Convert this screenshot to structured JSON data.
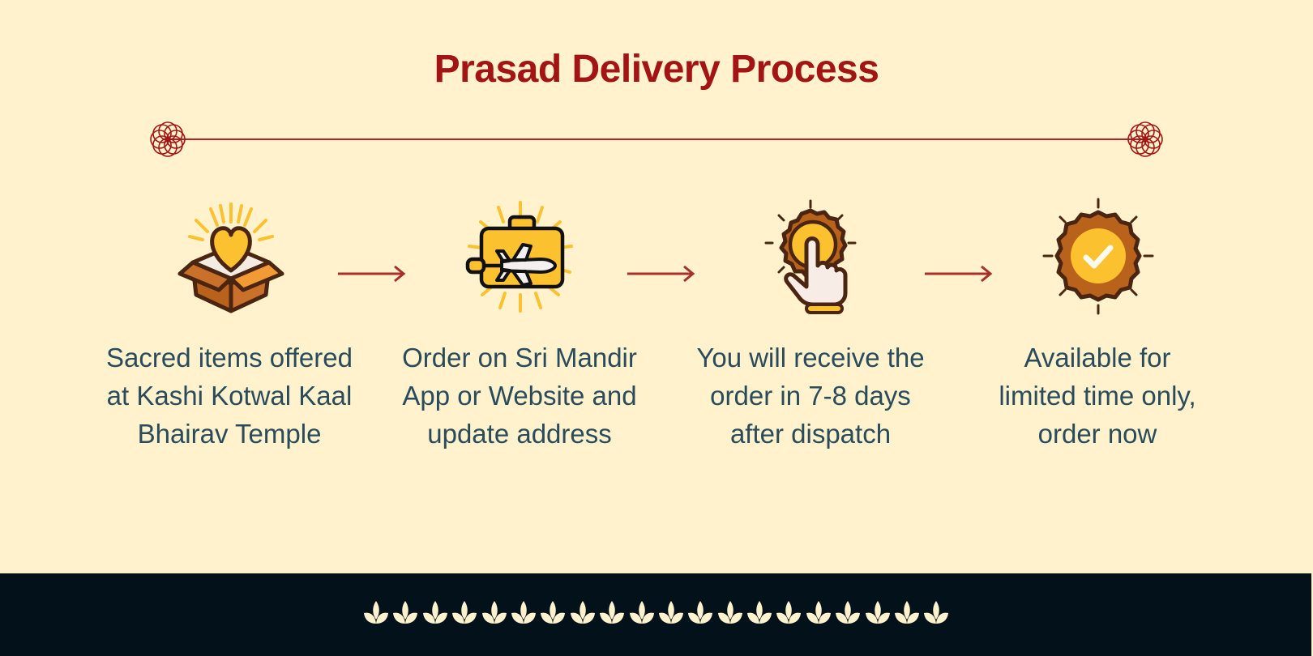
{
  "title": "Prasad Delivery Process",
  "colors": {
    "background": "#fff2cc",
    "title": "#a31515",
    "divider": "#b22222",
    "text": "#294b5c",
    "footer": "#03111b",
    "lotus": "#fff2cc",
    "icon_yellow": "#fcc12f",
    "icon_brown": "#b8621b",
    "icon_outline": "#4a2511"
  },
  "divider": {
    "left_ornament": "rosette-icon",
    "right_ornament": "rosette-icon"
  },
  "steps": [
    {
      "icon": "gift-box-heart-icon",
      "lines": [
        "Sacred items offered",
        "at Kashi Kotwal Kaal",
        "Bhairav Temple"
      ]
    },
    {
      "icon": "suitcase-airplane-icon",
      "lines": [
        "Order on Sri Mandir",
        "App or Website and",
        "update address"
      ]
    },
    {
      "icon": "hand-tap-button-icon",
      "lines": [
        "You will receive the",
        "order in 7-8 days",
        "after dispatch"
      ]
    },
    {
      "icon": "check-badge-icon",
      "lines": [
        "Available for",
        "limited time only,",
        "order now"
      ]
    }
  ],
  "arrows": [
    "arrow-right-icon",
    "arrow-right-icon",
    "arrow-right-icon"
  ],
  "footer": {
    "ornament": "lotus-icon",
    "lotus_count": 20
  }
}
